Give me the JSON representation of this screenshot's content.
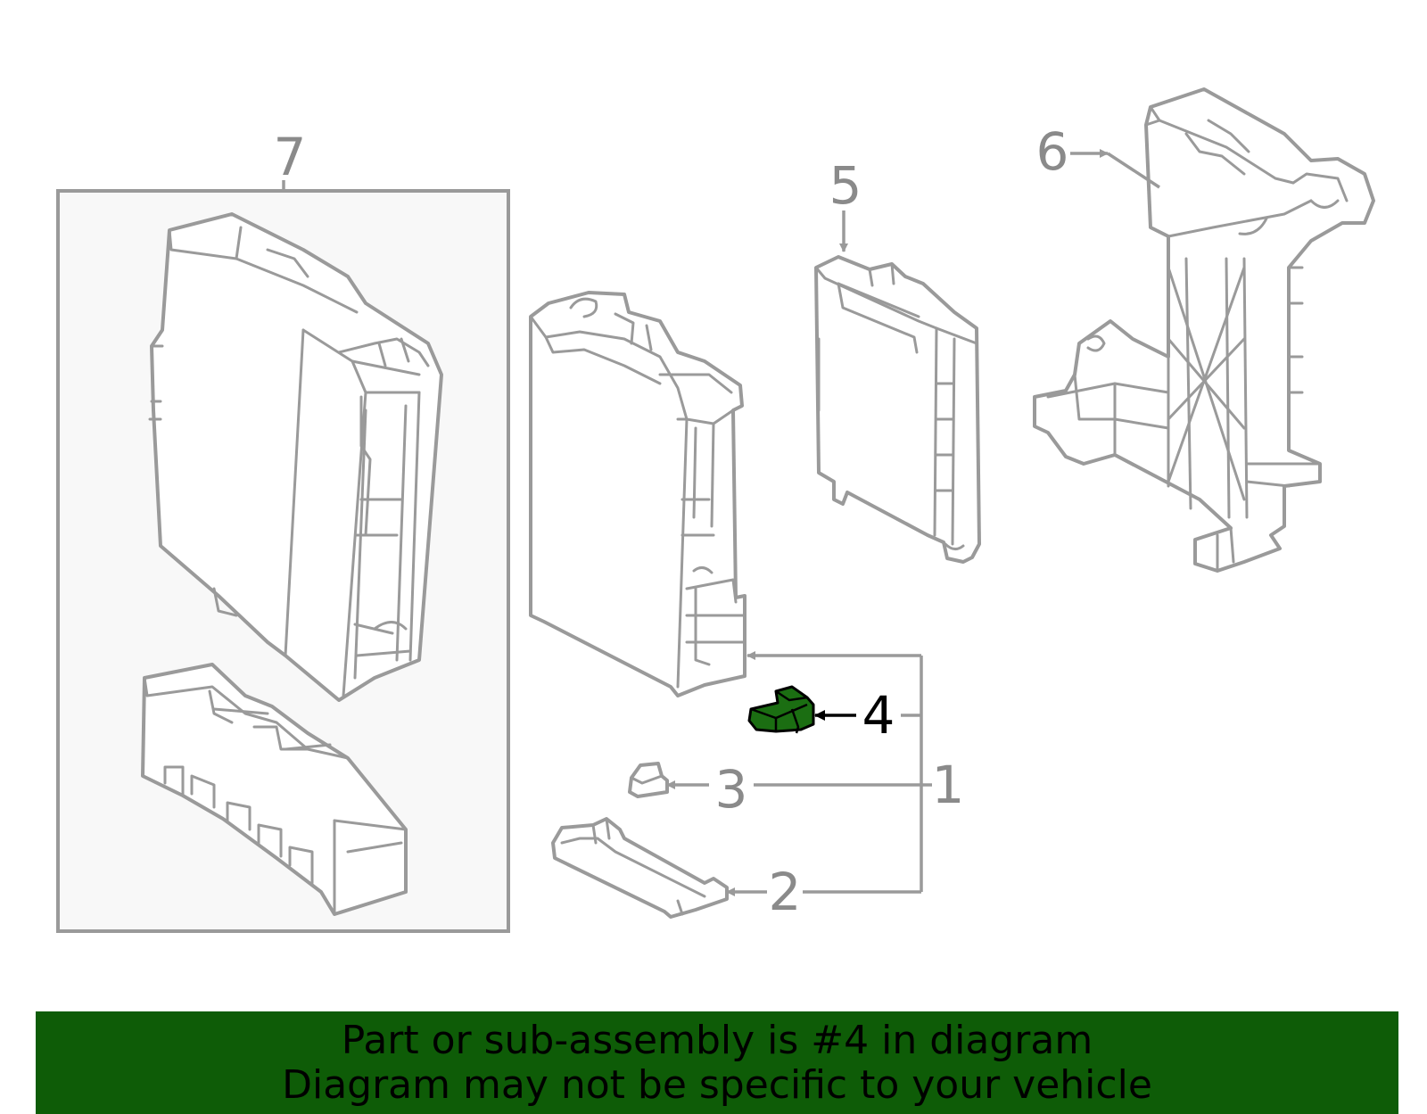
{
  "diagram": {
    "callouts": {
      "c1": "1",
      "c2": "2",
      "c3": "3",
      "c4": "4",
      "c5": "5",
      "c6": "6",
      "c7": "7"
    },
    "highlight_part": "4",
    "colors": {
      "outline": "#9a9a9a",
      "highlight_fill": "#1b6e12",
      "banner": "#0e5c07",
      "box_fill": "#f8f8f8"
    }
  },
  "banner": {
    "line1": "Part or sub-assembly is #4 in diagram",
    "line2": "Diagram may not be specific to your vehicle"
  }
}
